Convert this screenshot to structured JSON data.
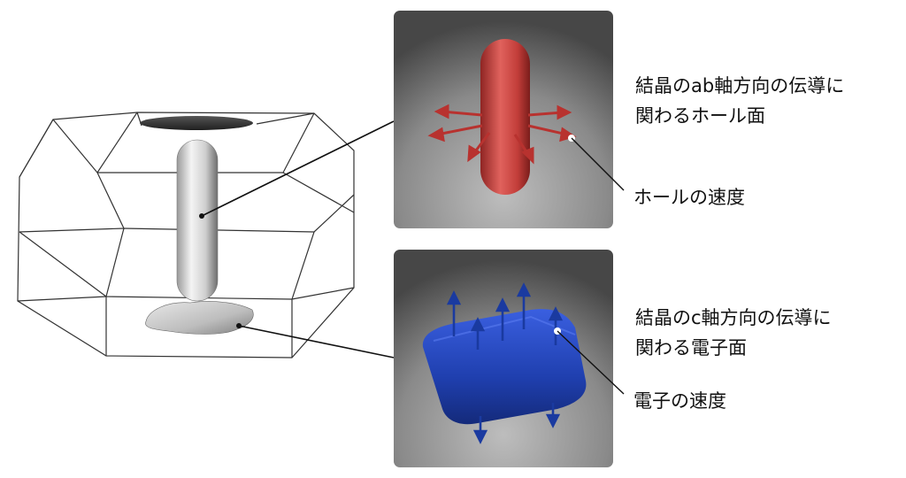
{
  "labels": {
    "hole_surface_line1": "結晶のab軸方向の伝導に",
    "hole_surface_line2": "関わるホール面",
    "hole_velocity": "ホールの速度",
    "electron_surface_line1": "結晶のc軸方向の伝導に",
    "electron_surface_line2": "関わる電子面",
    "electron_velocity": "電子の速度"
  },
  "colors": {
    "hole": "#c8403e",
    "electron": "#1f3fae",
    "arrow_hole": "#b8322f",
    "arrow_electron": "#1a3aa0",
    "panel_light": "#b5b5b5",
    "panel_dark": "#4a4a4a",
    "wireframe": "#333333"
  }
}
